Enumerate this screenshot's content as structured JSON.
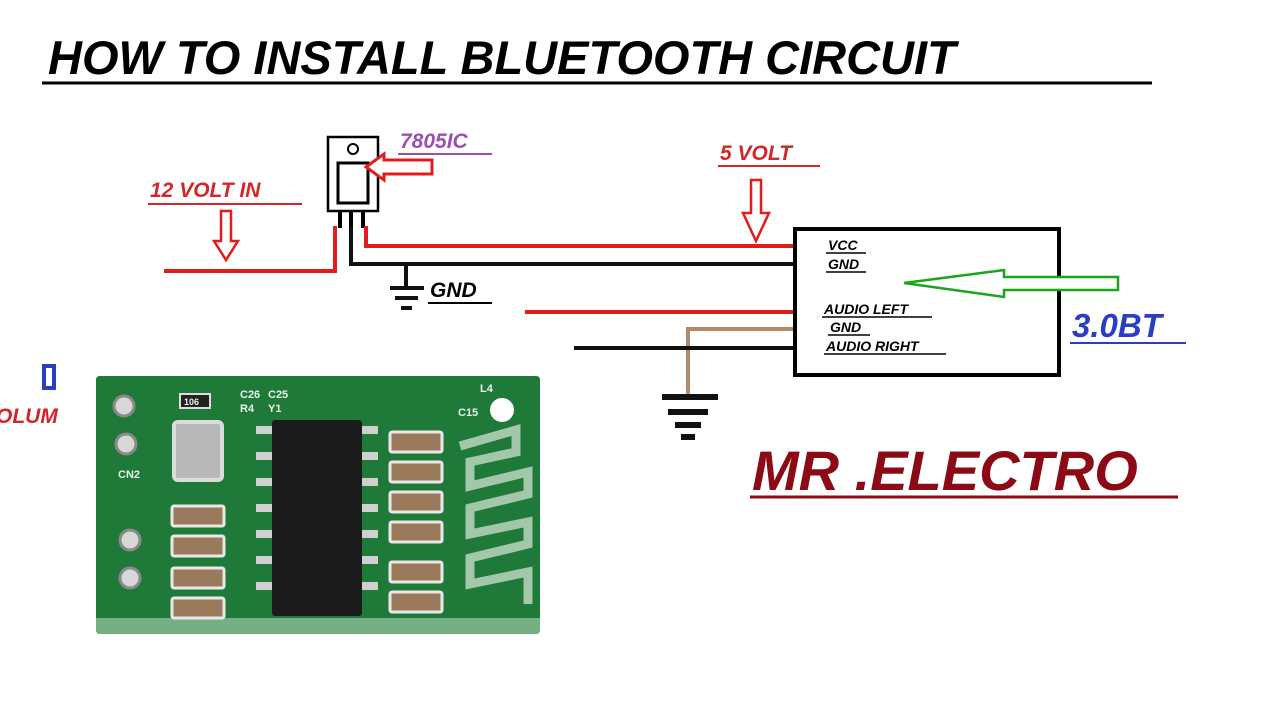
{
  "title": "HOW TO INSTALL BLUETOOTH CIRCUIT",
  "regulator_label": "7805IC",
  "input_label": "12 VOLT IN",
  "output_label": "5 VOLT",
  "ground_label": "GND",
  "module": {
    "name": "3.0BT",
    "pins": [
      "VCC",
      "GND",
      "AUDIO LEFT",
      "GND",
      "AUDIO RIGHT"
    ]
  },
  "brand": "MR .ELECTRO",
  "edge_fragment": "OLUM",
  "pcb_silkscreen": {
    "labels": [
      "C26",
      "R4",
      "C25",
      "Y1",
      "L4",
      "C15",
      "CN2",
      "106"
    ]
  },
  "colors": {
    "wire_red": "#e21b1b",
    "wire_black": "#111111",
    "wire_brown": "#b08a6a",
    "arrow_green": "#1aa51a",
    "label_red": "#d2262a",
    "label_purple": "#9b4fb0",
    "label_blue": "#2a3ec4",
    "brand_red": "#8b0a16",
    "pcb_green": "#1f7a3a"
  }
}
